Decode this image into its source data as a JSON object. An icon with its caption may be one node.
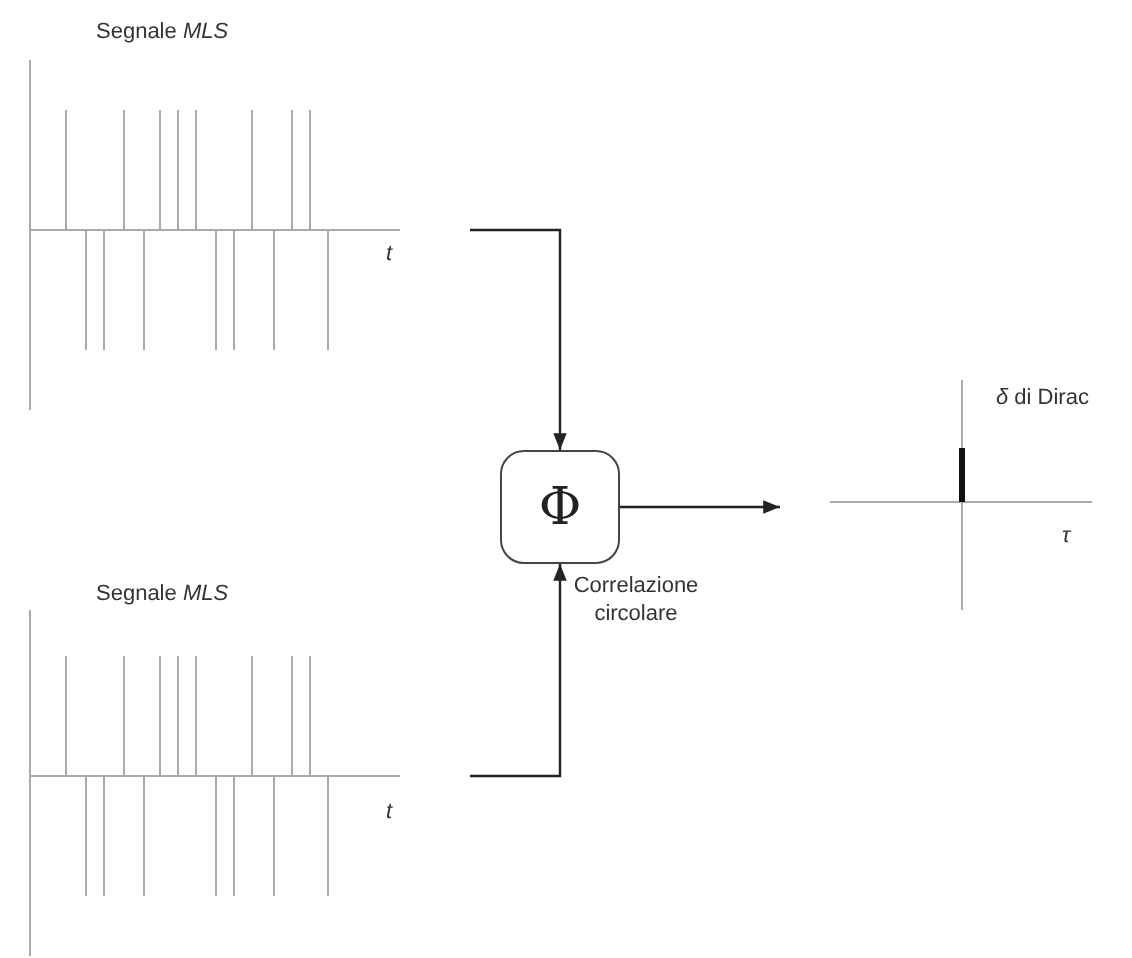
{
  "diagram": {
    "nodes": [
      {
        "text": [
          "Segnale *MLS*"
        ]
      },
      {
        "text": [
          "Segnale *MLS*"
        ]
      },
      {
        "text": [
          "Φ"
        ],
        "beside": [
          "Correlazione circolare"
        ]
      },
      {
        "text": [
          "*δ* di Dirac"
        ]
      }
    ],
    "edges": [
      {
        "from": 0,
        "to": 2,
        "arrow": "to"
      },
      {
        "from": 1,
        "to": 2,
        "arrow": "to"
      },
      {
        "from": 2,
        "to": 3,
        "arrow": "to"
      }
    ],
    "labels": [
      "t",
      "τ",
      "t"
    ]
  }
}
